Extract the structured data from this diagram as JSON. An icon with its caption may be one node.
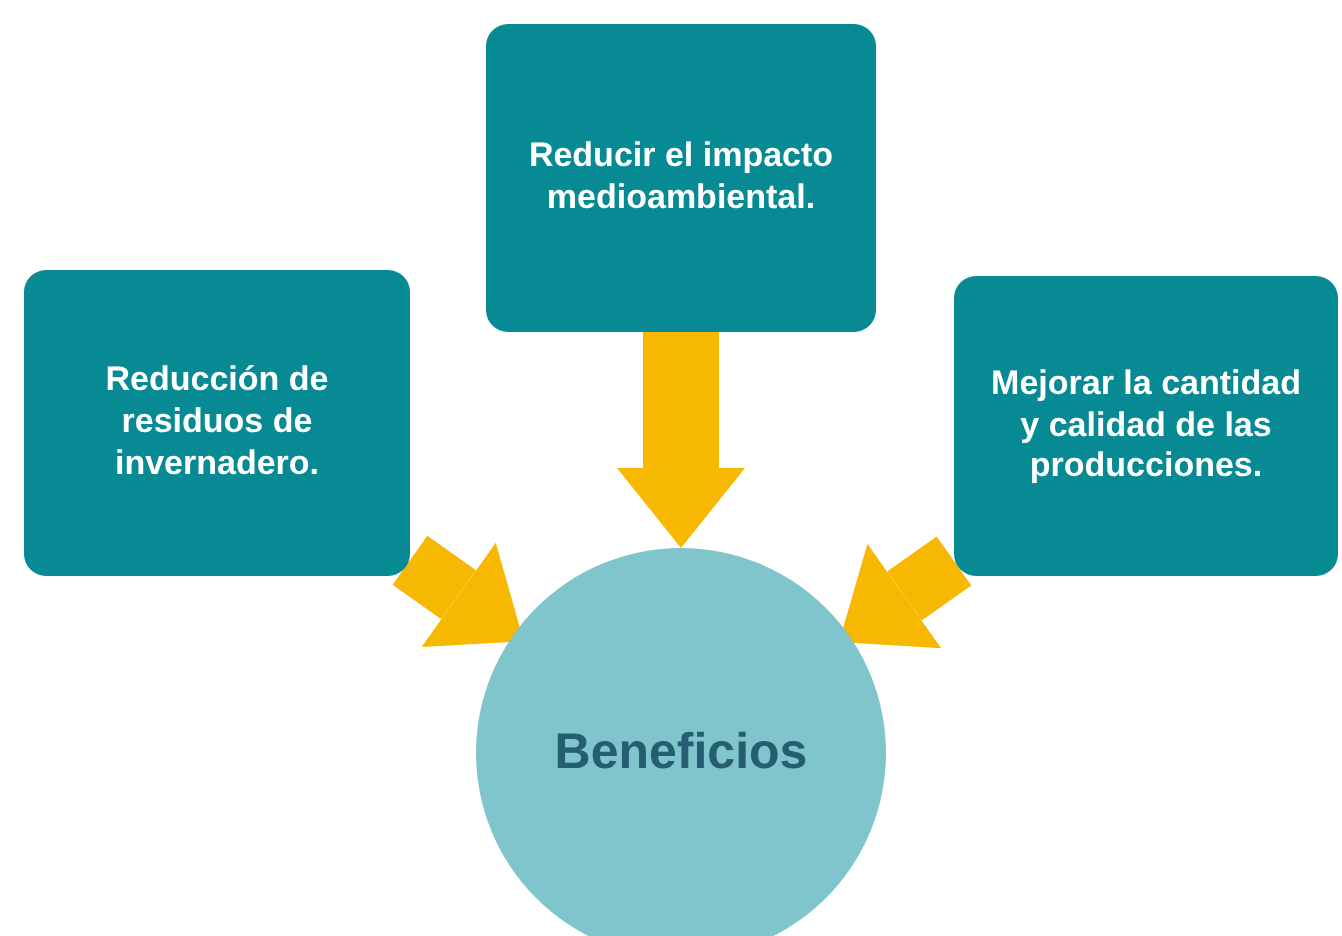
{
  "diagram": {
    "nodes": [
      {
        "text": [
          "Reducción de residuos de invernadero."
        ]
      },
      {
        "text": [
          "Reducir el impacto medioambiental."
        ]
      },
      {
        "text": [
          "Mejorar la cantidad y calidad de las producciones."
        ]
      },
      {
        "text": [
          "Beneficios"
        ]
      }
    ],
    "edges": [
      {
        "from": 0,
        "to": 3,
        "arrow": "to"
      },
      {
        "from": 1,
        "to": 3,
        "arrow": "to"
      },
      {
        "from": 2,
        "to": 3,
        "arrow": "to"
      }
    ]
  }
}
